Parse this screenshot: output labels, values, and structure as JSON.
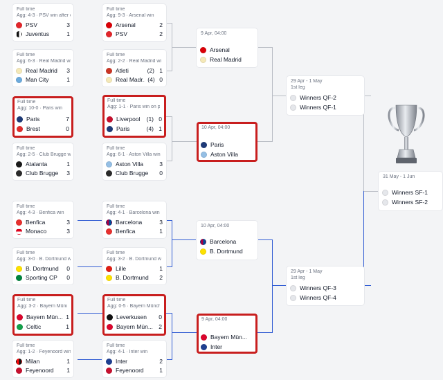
{
  "colors": {
    "highlight": "#c81e1e",
    "lower_bracket_line": "#2f5bd3",
    "upper_bracket_line": "#b8bcc4"
  },
  "round_of_16": {
    "psv_juventus": {
      "status": "Full time",
      "summary": "Agg: 4-3 · PSV win after e",
      "teams": [
        {
          "name": "PSV",
          "score": "3"
        },
        {
          "name": "Juventus",
          "score": "1"
        }
      ]
    },
    "real_city": {
      "status": "Full time",
      "summary": "Agg: 6-3 · Real Madrid wi",
      "teams": [
        {
          "name": "Real Madrid",
          "score": "3"
        },
        {
          "name": "Man City",
          "score": "1"
        }
      ]
    },
    "paris_brest": {
      "status": "Full time",
      "summary": "Agg: 10-0 · Paris win",
      "teams": [
        {
          "name": "Paris",
          "score": "7"
        },
        {
          "name": "Brest",
          "score": "0"
        }
      ]
    },
    "atalanta_brugge": {
      "status": "Full time",
      "summary": "Agg: 2-5 · Club Brugge w",
      "teams": [
        {
          "name": "Atalanta",
          "score": "1"
        },
        {
          "name": "Club Brugge",
          "score": "3"
        }
      ]
    },
    "benfica_monaco": {
      "status": "Full time",
      "summary": "Agg: 4-3 · Benfica win",
      "teams": [
        {
          "name": "Benfica",
          "score": "3"
        },
        {
          "name": "Monaco",
          "score": "3"
        }
      ]
    },
    "dortmund_sporting": {
      "status": "Full time",
      "summary": "Agg: 3-0 · B. Dortmund w",
      "teams": [
        {
          "name": "B. Dortmund",
          "score": "0"
        },
        {
          "name": "Sporting CP",
          "score": "0"
        }
      ]
    },
    "bayern_celtic": {
      "status": "Full time",
      "summary": "Agg: 3-2 · Bayern Münch",
      "teams": [
        {
          "name": "Bayern Mün...",
          "score": "1"
        },
        {
          "name": "Celtic",
          "score": "1"
        }
      ]
    },
    "milan_feyenoord": {
      "status": "Full time",
      "summary": "Agg: 1-2 · Feyenoord win",
      "teams": [
        {
          "name": "Milan",
          "score": "1"
        },
        {
          "name": "Feyenoord",
          "score": "1"
        }
      ]
    }
  },
  "round_of_16_b": {
    "arsenal_psv": {
      "status": "Full time",
      "summary": "Agg: 9-3 · Arsenal win",
      "teams": [
        {
          "name": "Arsenal",
          "score": "2"
        },
        {
          "name": "PSV",
          "score": "2"
        }
      ]
    },
    "atleti_real": {
      "status": "Full time",
      "summary": "Agg: 2-2 · Real Madrid wi",
      "teams": [
        {
          "name": "Atleti",
          "agg": "(2)",
          "score": "1"
        },
        {
          "name": "Real Madr...",
          "agg": "(4)",
          "score": "0"
        }
      ]
    },
    "liverpool_paris": {
      "status": "Full time",
      "summary": "Agg: 1-1 · Paris win on pen",
      "teams": [
        {
          "name": "Liverpool",
          "agg": "(1)",
          "score": "0"
        },
        {
          "name": "Paris",
          "agg": "(4)",
          "score": "1"
        }
      ]
    },
    "villa_brugge": {
      "status": "Full time",
      "summary": "Agg: 6-1 · Aston Villa win",
      "teams": [
        {
          "name": "Aston Villa",
          "score": "3"
        },
        {
          "name": "Club Brugge",
          "score": "0"
        }
      ]
    },
    "barca_benfica": {
      "status": "Full time",
      "summary": "Agg: 4-1 · Barcelona win",
      "teams": [
        {
          "name": "Barcelona",
          "score": "3"
        },
        {
          "name": "Benfica",
          "score": "1"
        }
      ]
    },
    "lille_dortmund": {
      "status": "Full time",
      "summary": "Agg: 3-2 · B. Dortmund w",
      "teams": [
        {
          "name": "Lille",
          "score": "1"
        },
        {
          "name": "B. Dortmund",
          "score": "2"
        }
      ]
    },
    "leverkusen_bayern": {
      "status": "Full time",
      "summary": "Agg: 0-5 · Bayern Münch",
      "teams": [
        {
          "name": "Leverkusen",
          "score": "0"
        },
        {
          "name": "Bayern Mün...",
          "score": "2"
        }
      ]
    },
    "inter_feyenoord": {
      "status": "Full time",
      "summary": "Agg: 4-1 · Inter win",
      "teams": [
        {
          "name": "Inter",
          "score": "2"
        },
        {
          "name": "Feyenoord",
          "score": "1"
        }
      ]
    }
  },
  "quarter_finals": {
    "qf1": {
      "date": "9 Apr, 04:00",
      "teams": [
        {
          "name": "Arsenal"
        },
        {
          "name": "Real Madrid"
        }
      ]
    },
    "qf2": {
      "date": "10 Apr, 04:00",
      "teams": [
        {
          "name": "Paris"
        },
        {
          "name": "Aston Villa"
        }
      ]
    },
    "qf3": {
      "date": "10 Apr, 04:00",
      "teams": [
        {
          "name": "Barcelona"
        },
        {
          "name": "B. Dortmund"
        }
      ]
    },
    "qf4": {
      "date": "9 Apr, 04:00",
      "teams": [
        {
          "name": "Bayern Mün..."
        },
        {
          "name": "Inter"
        }
      ]
    }
  },
  "semi_finals": {
    "sf1": {
      "date": "29 Apr - 1 May",
      "leg": "1st leg",
      "teams": [
        {
          "name": "Winners QF-2"
        },
        {
          "name": "Winners QF-1"
        }
      ]
    },
    "sf2": {
      "date": "29 Apr - 1 May",
      "leg": "1st leg",
      "teams": [
        {
          "name": "Winners QF-3"
        },
        {
          "name": "Winners QF-4"
        }
      ]
    }
  },
  "final": {
    "date": "31 May - 1 Jun",
    "teams": [
      {
        "name": "Winners SF-1"
      },
      {
        "name": "Winners SF-2"
      }
    ]
  }
}
